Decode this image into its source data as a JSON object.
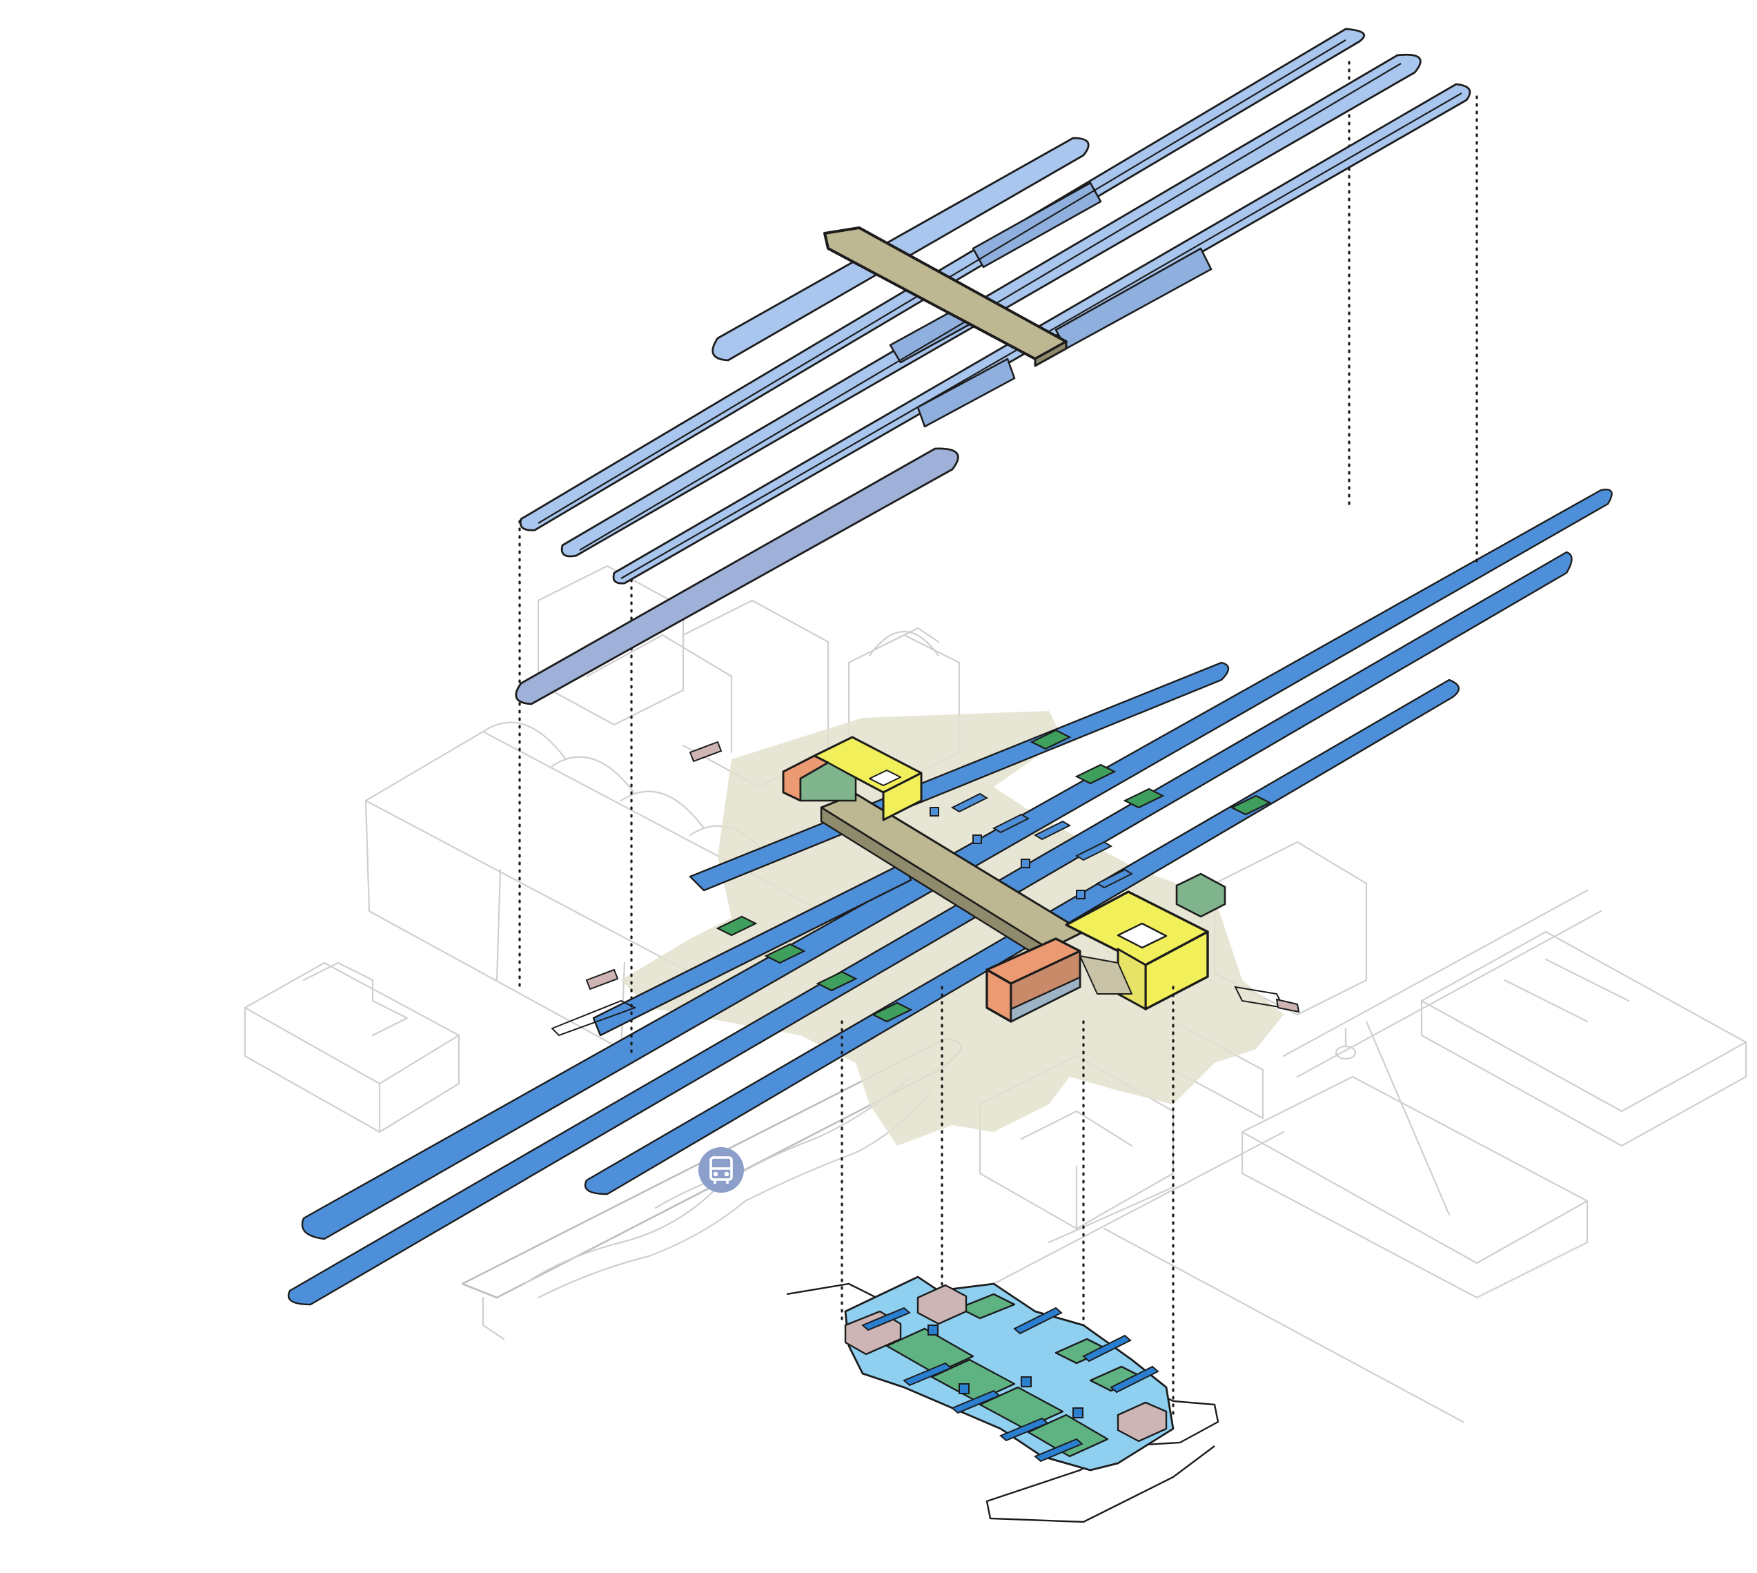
{
  "diagram": {
    "kind": "exploded-axonometric-station-diagram",
    "colors": {
      "canopy": "#a9c6ee",
      "canopy_dark": "#8fb0de",
      "canopy_muted": "#9fb1d8",
      "platform": "#4d8fd9",
      "bridge": "#bdb792",
      "plaza": "#e3e0cd",
      "entrance": "#f1ef5a",
      "retail": "#ec9a72",
      "shelter": "#3f9f5c",
      "concourse": "#8fd0f1",
      "concourse_green": "#5fb383",
      "concourse_mauve": "#cdb5b5",
      "stair": "#2a7fd0",
      "bus_badge": "#8c9fca",
      "context_lines": "#cfcfcf",
      "projection_lines": "#1a1a1a"
    },
    "icons": [
      "bus-icon"
    ],
    "layers": [
      "canopy-layer",
      "platform-layer",
      "concourse-layer"
    ]
  }
}
